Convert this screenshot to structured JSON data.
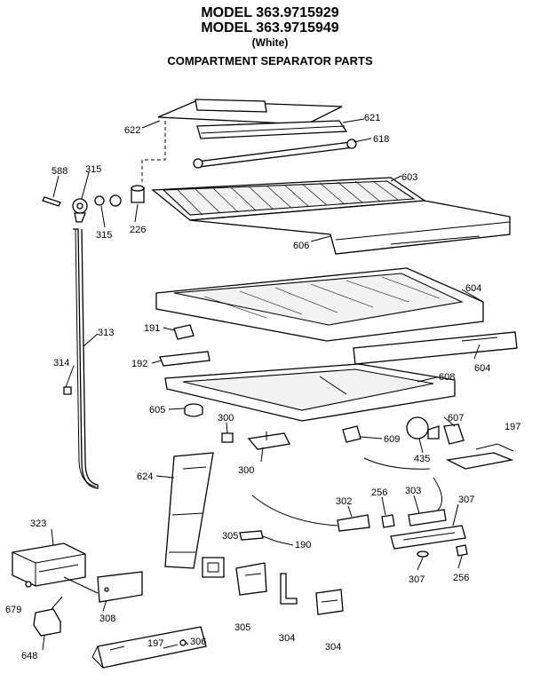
{
  "header": {
    "model_1": "MODEL 363.9715929",
    "model_2": "MODEL 363.9715949",
    "variant": "(White)",
    "section": "COMPARTMENT SEPARATOR PARTS"
  },
  "part_labels": {
    "p622": "622",
    "p621": "621",
    "p618": "618",
    "p603": "603",
    "p588": "588",
    "p315a": "315",
    "p315b": "315",
    "p226": "226",
    "p606": "606",
    "p604a": "604",
    "p604b": "604",
    "p191": "191",
    "p192": "192",
    "p313": "313",
    "p314": "314",
    "p608": "608",
    "p605": "605",
    "p300a": "300",
    "p300b": "300",
    "p609": "609",
    "p607": "607",
    "p435": "435",
    "p197a": "197",
    "p624": "624",
    "p302": "302",
    "p256a": "256",
    "p303": "303",
    "p307a": "307",
    "p305a": "305",
    "p190": "190",
    "p307b": "307",
    "p256b": "256",
    "p323": "323",
    "p679": "679",
    "p308": "308",
    "p305b": "305",
    "p304a": "304",
    "p304b": "304",
    "p648": "648",
    "p197b": "197",
    "p306": "306"
  }
}
